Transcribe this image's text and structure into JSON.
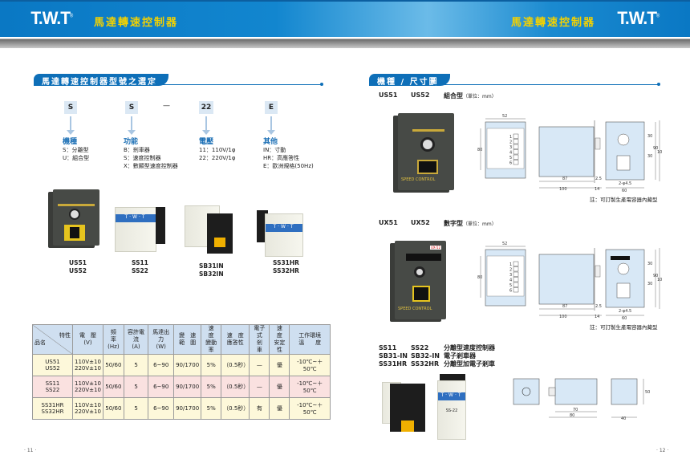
{
  "header": {
    "logo": "T.W.T",
    "brand_title": "馬達轉速控制器"
  },
  "left": {
    "section_title": "馬達轉速控制器型號之選定",
    "code": [
      "S",
      "S",
      "—",
      "22",
      "E"
    ],
    "groups": [
      {
        "title": "機種",
        "items": [
          "S：分離型",
          "U：組合型"
        ]
      },
      {
        "title": "功能",
        "items": [
          "B：剎車器",
          "S：速度控制器",
          "X：數顯型速度控制器"
        ]
      },
      {
        "title": "電壓",
        "items": [
          "11：110V/1φ",
          "22：220V/1φ"
        ]
      },
      {
        "title": "其他",
        "items": [
          "IN：寸動",
          "HR：高應答性",
          "E：歐洲規格(50Hz)"
        ]
      }
    ],
    "products": [
      [
        "US51",
        "US52"
      ],
      [
        "SS11",
        "SS22"
      ],
      [
        "SB31IN",
        "SB32IN"
      ],
      [
        "SS31HR",
        "SS32HR"
      ]
    ],
    "table": {
      "corner_top": "特性",
      "corner_bottom": "品名",
      "headers": [
        [
          "電　壓",
          "(V)"
        ],
        [
          "頻　率",
          "(Hz)"
        ],
        [
          "容許電流",
          "(A)"
        ],
        [
          "馬達出力",
          "(W)"
        ],
        [
          "變　速",
          "範　圍"
        ],
        [
          "速　度",
          "變動率"
        ],
        [
          "速　度",
          "應答性"
        ],
        [
          "電子式",
          "剎　車"
        ],
        [
          "速　度",
          "安定性"
        ],
        [
          "工作環境",
          "溫　　度"
        ]
      ],
      "rows": [
        {
          "models": [
            "US51",
            "US52"
          ],
          "voltage": [
            "110V±10",
            "220V±10"
          ],
          "cells": [
            "50/60",
            "5",
            "6~90",
            "90/1700",
            "5%",
            "（0.5秒）",
            "—",
            "優",
            "-10℃~＋50℃"
          ]
        },
        {
          "models": [
            "SS11",
            "SS22"
          ],
          "voltage": [
            "110V±10",
            "220V±10"
          ],
          "cells": [
            "50/60",
            "5",
            "6~90",
            "90/1700",
            "5%",
            "（0.5秒）",
            "—",
            "優",
            "-10℃~＋50℃"
          ]
        },
        {
          "models": [
            "SS31HR",
            "SS32HR"
          ],
          "voltage": [
            "110V±10",
            "220V±10"
          ],
          "cells": [
            "50/60",
            "5",
            "6~90",
            "90/1700",
            "5%",
            "（0.5秒）",
            "有",
            "優",
            "-10℃~＋50℃"
          ]
        }
      ]
    },
    "page_number": "· 11 ·"
  },
  "right": {
    "section_title": "機種 / 尺寸圖",
    "us": {
      "m1": "US51",
      "m2": "US52",
      "type": "組合型",
      "unit": "（單位：mm）",
      "note": "註：可訂製生產電容器內藏型"
    },
    "ux": {
      "m1": "UX51",
      "m2": "UX52",
      "type": "數字型",
      "unit": "（單位：mm）",
      "note": "註：可訂製生產電容器內藏型"
    },
    "dims": {
      "w": "52",
      "h": "80",
      "d87": "87",
      "d25": "2.5",
      "d100": "100",
      "d14": "14",
      "v30a": "30",
      "v30b": "30",
      "v90": "90",
      "v100": "100",
      "hole": "2-φ4.5",
      "w60": "60",
      "terms": [
        "1",
        "2",
        "3",
        "4",
        "5",
        "6"
      ]
    },
    "ss_list": [
      [
        "SS11",
        "SS22",
        "分離型速度控制器"
      ],
      [
        "SB31-IN",
        "SB32-IN",
        "電子剎車器"
      ],
      [
        "SS31HR",
        "SS32HR",
        "分離型加電子剎車"
      ]
    ],
    "ss_dims": {
      "d70": "70",
      "d80": "80",
      "d40": "40",
      "h50": "50"
    },
    "device_text": {
      "speed": "SPEED CONTROL",
      "twt": "T·W·T",
      "unit_label": "SS-22",
      "ux_tag": "UX-52"
    },
    "page_number": "· 12 ·"
  },
  "colors": {
    "brand_blue": "#0e6fb8",
    "header_yellow": "#f4d200"
  }
}
